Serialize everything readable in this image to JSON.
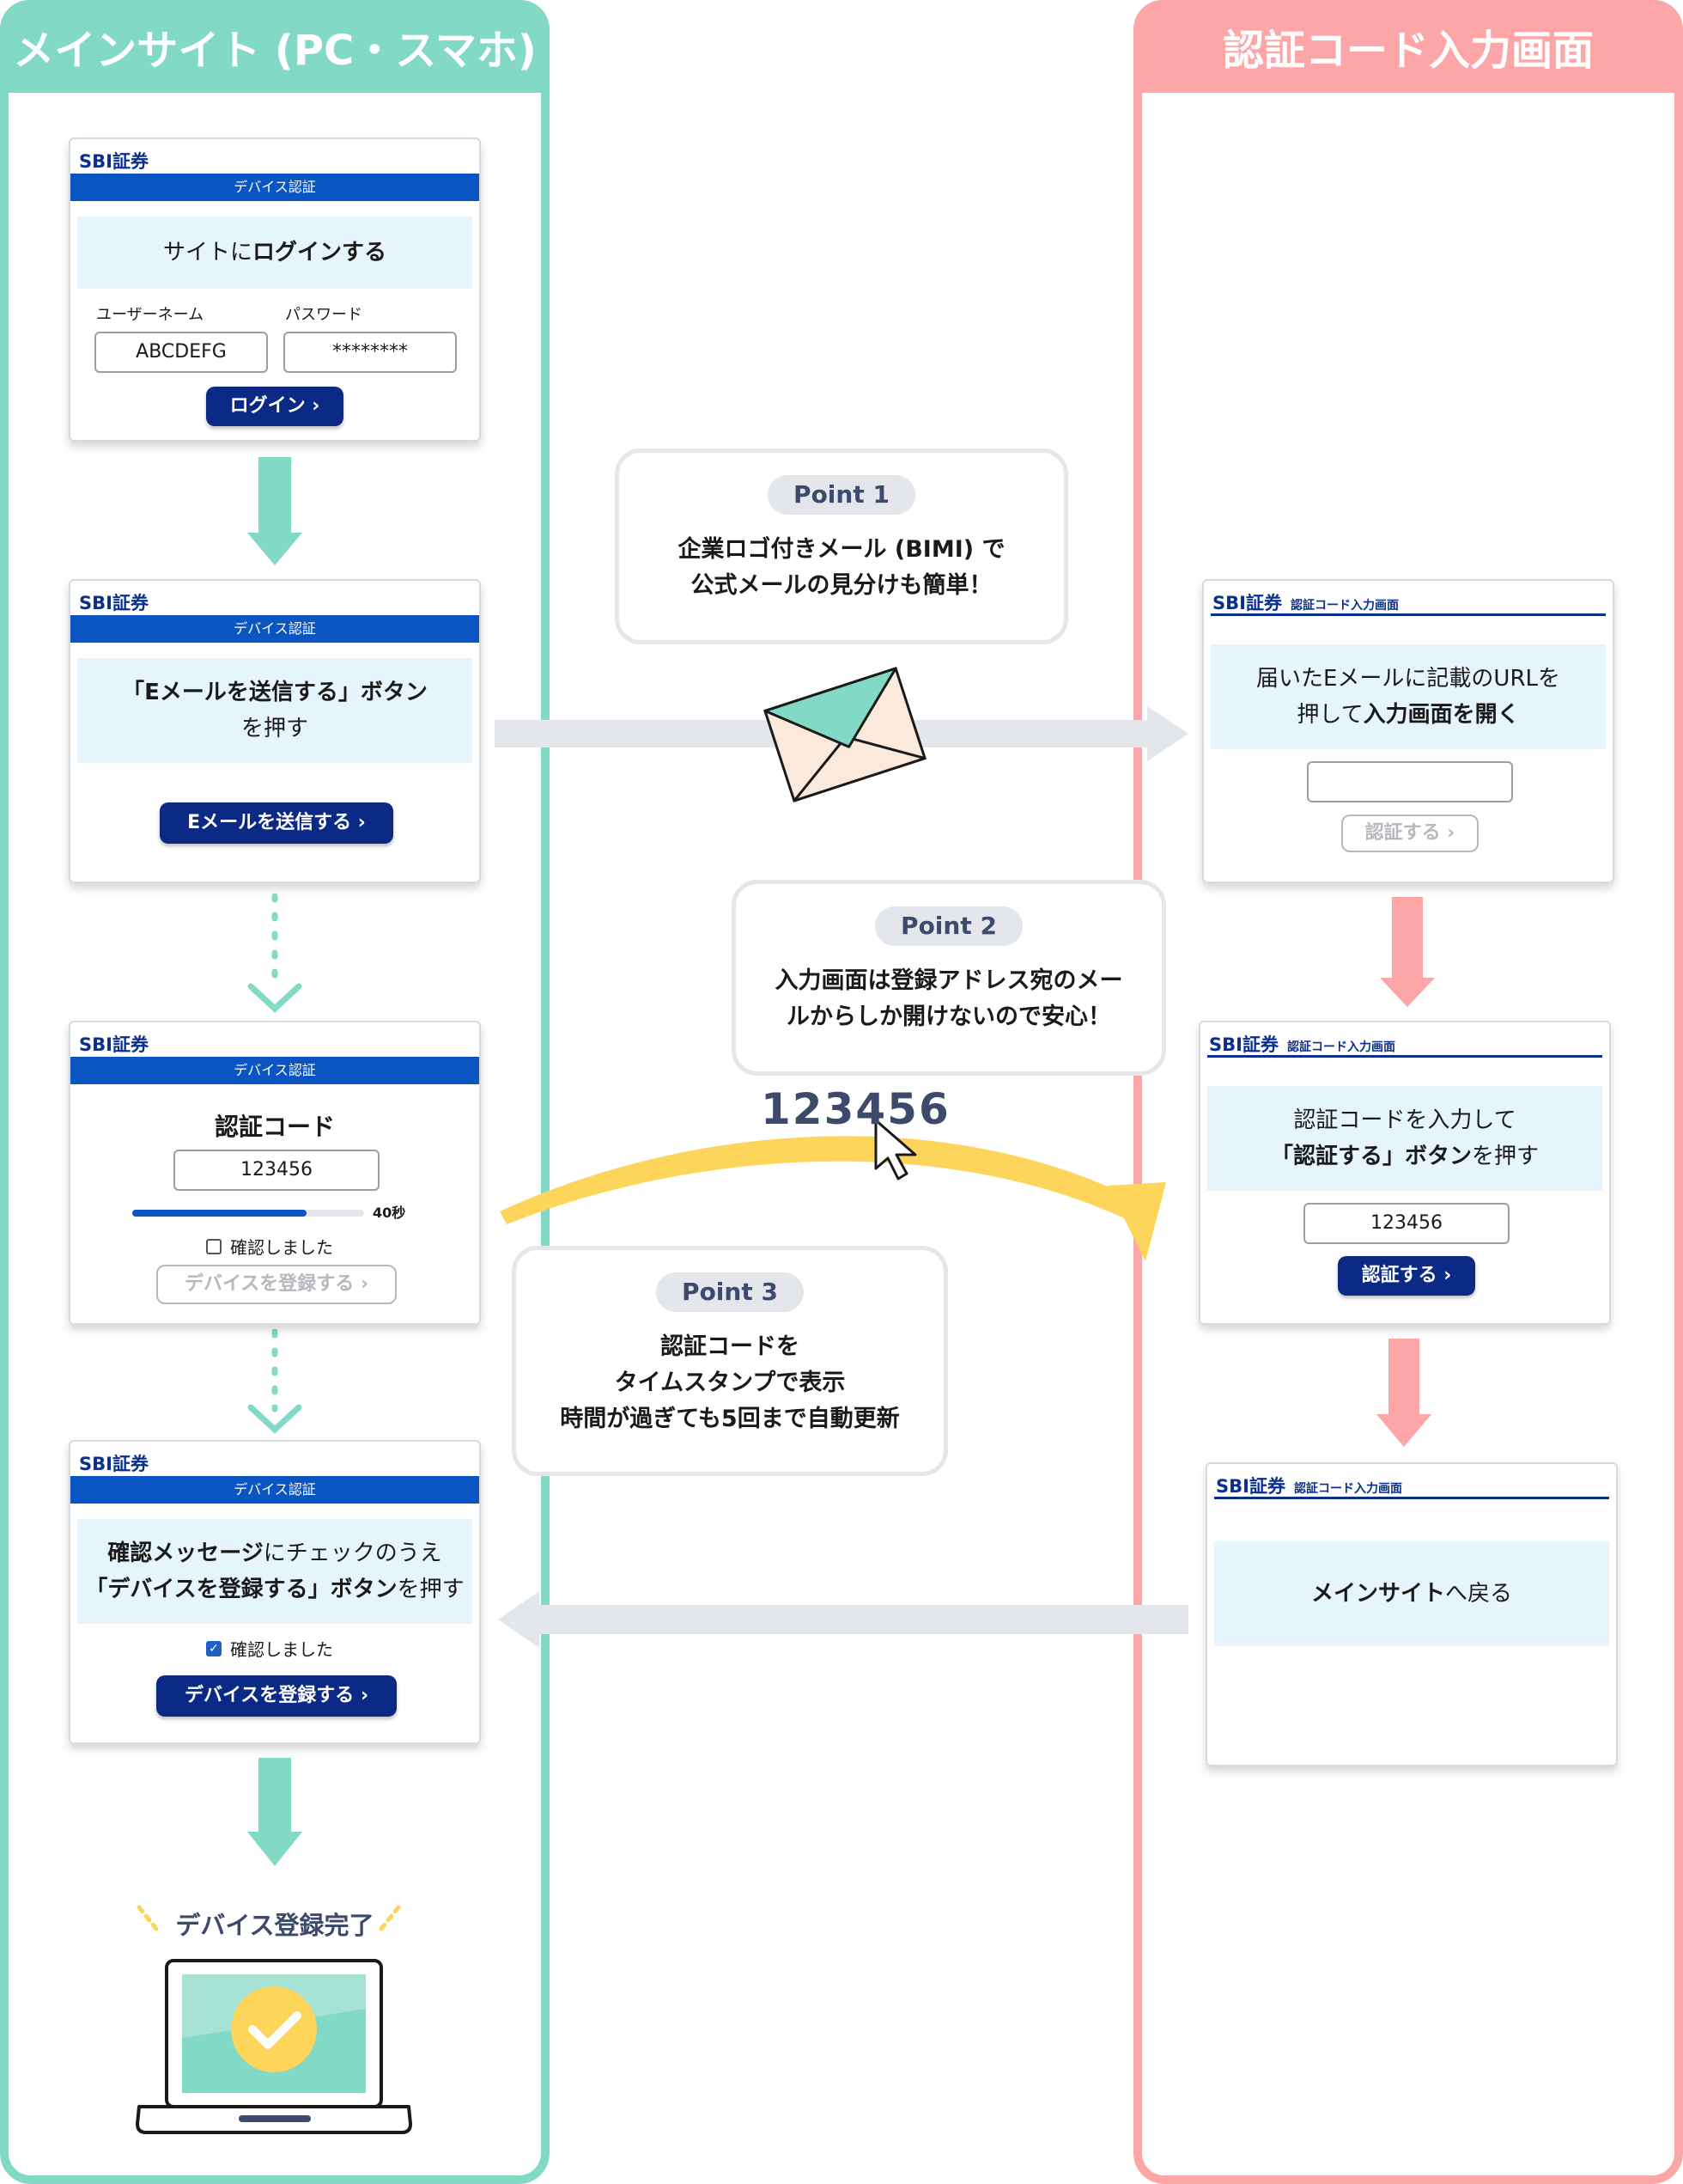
{
  "lanes": {
    "main": {
      "title": "メインサイト (PC・スマホ)",
      "color": "#82d9c6"
    },
    "code": {
      "title": "認証コード入力画面",
      "color": "#fca6a8"
    }
  },
  "brand": "SBI証券",
  "card_bar": "デバイス認証",
  "code_sub": "認証コード入力画面",
  "card1": {
    "info_pre": "サイトに",
    "info_bold": "ログインする",
    "username_label": "ユーザーネーム",
    "username_value": "ABCDEFG",
    "password_label": "パスワード",
    "password_value": "********",
    "button": "ログイン"
  },
  "card2": {
    "info_bold": "「Eメールを送信する」ボタン",
    "info_rest": "を押す",
    "button": "Eメールを送信する"
  },
  "card3": {
    "title": "認証コード",
    "code_value": "123456",
    "timer": "40秒",
    "progress": 0.75,
    "checkbox_label": "確認しました",
    "button": "デバイスを登録する"
  },
  "card4": {
    "info_line1_bold": "確認メッセージ",
    "info_line1_rest": "にチェックのうえ",
    "info_line2_bold": "「デバイスを登録する」ボタン",
    "info_line2_rest": "を押す",
    "checkbox_label": "確認しました",
    "button": "デバイスを登録する"
  },
  "complete": {
    "label": "デバイス登録完了"
  },
  "card5": {
    "info_line1": "届いたEメールに記載のURLを",
    "info_line2_pre": "押して",
    "info_line2_bold": "入力画面を開く",
    "button": "認証する"
  },
  "card6": {
    "info_line1": "認証コードを入力して",
    "info_line2_bold": "「認証する」ボタン",
    "info_line2_rest": "を押す",
    "code_value": "123456",
    "button": "認証する"
  },
  "card7": {
    "info_bold": "メインサイト",
    "info_rest": "へ戻る"
  },
  "points": [
    {
      "label": "Point 1",
      "lines": [
        "企業ロゴ付きメール (BIMI) で",
        "公式メールの見分けも簡単！"
      ]
    },
    {
      "label": "Point 2",
      "lines": [
        "入力画面は登録アドレス宛のメー",
        "ルからしか開けないので安心！"
      ]
    },
    {
      "label": "Point 3",
      "lines": [
        "認証コードを",
        "タイムスタンプで表示",
        "時間が過ぎても5回まで自動更新"
      ]
    }
  ],
  "floating_code": "123456"
}
